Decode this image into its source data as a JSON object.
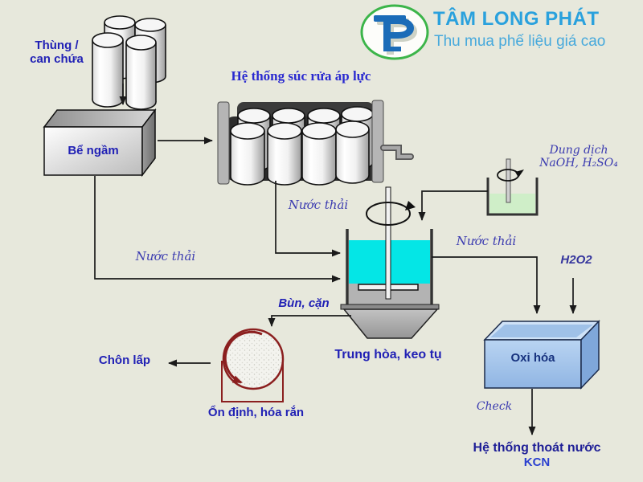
{
  "logo": {
    "title": "TÂM LONG PHÁT",
    "subtitle": "Thu mua phế liệu giá cao",
    "monogram": "TLP",
    "colors": {
      "ring": "#3cb54a",
      "monogram": "#1b6cb8",
      "title": "#2aa1dd",
      "subtitle": "#47a9dc"
    }
  },
  "diagram": {
    "labels": {
      "storage_line1": "Thùng /",
      "storage_line2": "can chứa",
      "underground_tank": "Bể ngầm",
      "washing_system": "Hệ thống súc rửa áp lực",
      "wastewater_from_wash": "Nước thải",
      "wastewater_from_tank": "Nước thải",
      "wastewater_out": "Nước thải",
      "chemical_line1": "Dung dịch",
      "chemical_line2": "NaOH, H₂SO₄",
      "neutralization": "Trung hòa, keo tụ",
      "sludge": "Bùn, cặn",
      "landfill": "Chôn lấp",
      "stabilization": "Ổn định, hóa rắn",
      "oxidation": "Oxi hóa",
      "h2o2": "H2O2",
      "check": "Check",
      "drainage_line1": "Hệ thống thoát nước",
      "drainage_line2": "KCN"
    },
    "colors": {
      "background": "#e7e8dc",
      "label_blue": "#2121b5",
      "navy_text": "#17327e",
      "dark_red": "#8b1f1f",
      "tank_liquid_cyan": "#04e6e6",
      "chemical_liquid_green": "#cfeec8",
      "oxidation_box_blue": "#a5c6ee"
    }
  }
}
